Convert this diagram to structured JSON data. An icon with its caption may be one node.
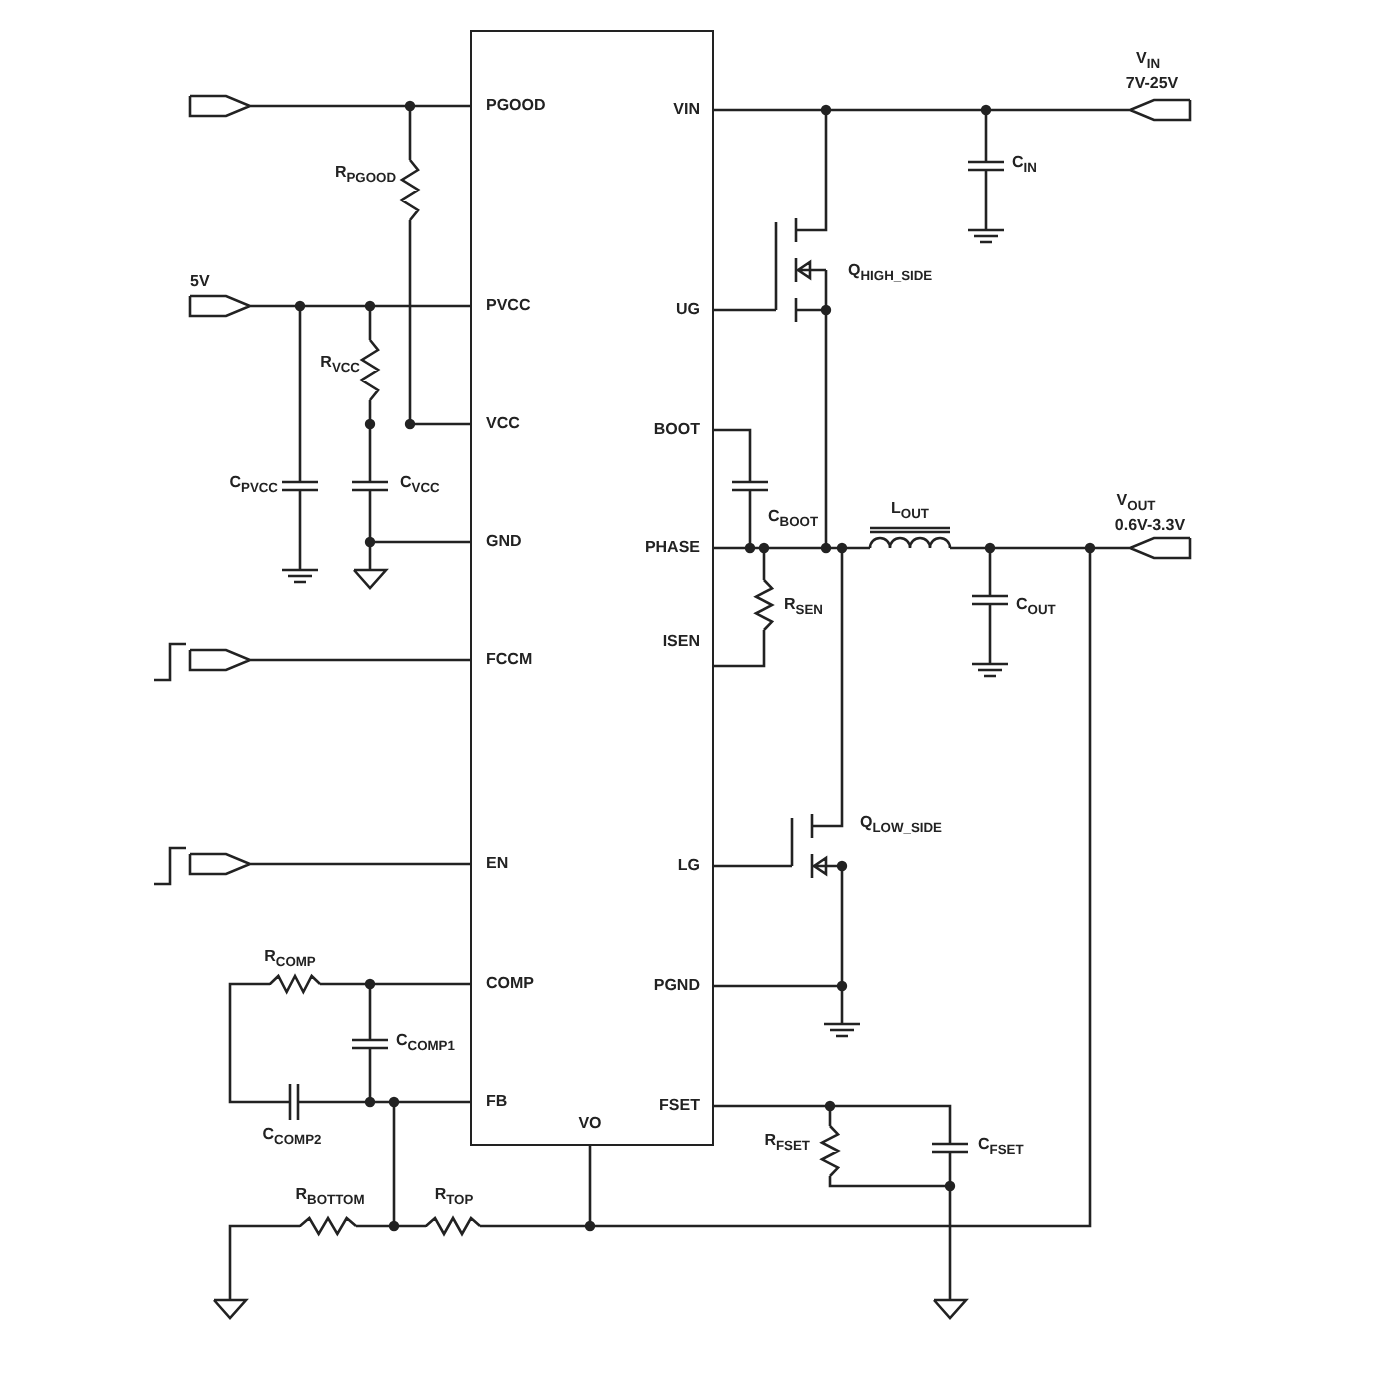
{
  "diagram": {
    "nodes": [
      {
        "text": [],
        "shape": "box"
      }
    ],
    "labels": [
      "R$_{PGOOD}$",
      "5V",
      "R$_{VCC}$",
      "C$_{PVCC}$",
      "C$_{VCC}$",
      "PGOOD",
      "PVCC",
      "VCC",
      "GND",
      "FCCM",
      "EN",
      "COMP",
      "FB",
      "VO",
      "VIN",
      "UG",
      "BOOT",
      "PHASE",
      "ISEN",
      "LG",
      "PGND",
      "FSET",
      "V$_{IN}$",
      "7V-25V",
      "C$_{IN}$",
      "Q$_{HIGH_SIDE}$",
      "C$_{BOOT}$",
      "L$_{OUT}$",
      "V$_{OUT}$",
      "0.6V-3.3V",
      "R$_{SEN}$",
      "C$_{OUT}$",
      "Q$_{LOW_SIDE}$",
      "R$_{COMP}$",
      "C$_{COMP1}$",
      "C$_{COMP2}$",
      "R$_{BOTTOM}$",
      "R$_{TOP}$",
      "R$_{FSET}$",
      "C$_{FSET}$"
    ]
  }
}
